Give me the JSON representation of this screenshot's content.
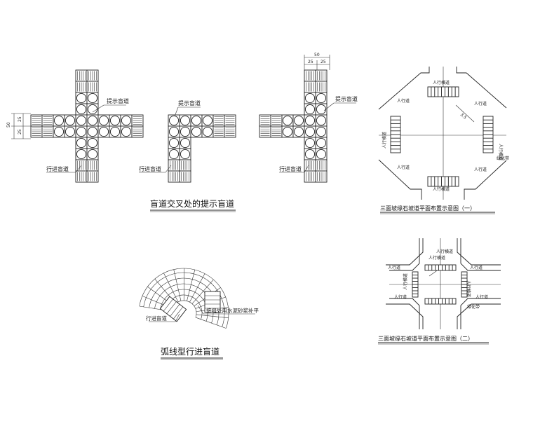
{
  "diagrams": {
    "crossing": {
      "title": "盲道交叉处的提示盲道",
      "warning_label": "提示盲道",
      "guide_label": "行进盲道",
      "dim_total": "50",
      "dim_half": "25"
    },
    "corner": {
      "warning_label": "提示盲道",
      "guide_label": "行进盲道"
    },
    "tjunction": {
      "warning_label": "提示盲道",
      "guide_label": "行进盲道",
      "dim_total": "50",
      "dim_half_a": "25",
      "dim_half_b": "25"
    },
    "curve": {
      "title": "弧线型行进盲道",
      "guide_label": "行进盲道",
      "joint_label": "接缝处用水泥砂浆补平"
    },
    "plan1": {
      "title": "三面坡缘石坡道平面布置示意图（一）",
      "sidewalk": "人行道",
      "crosswalk": "人行横道",
      "green": "绿化带",
      "dim": "3.5"
    },
    "plan2": {
      "title": "三面坡缘石坡道平面布置示意图（二）",
      "sidewalk": "人行道",
      "crosswalk": "人行横道",
      "green": "绿化带"
    }
  }
}
